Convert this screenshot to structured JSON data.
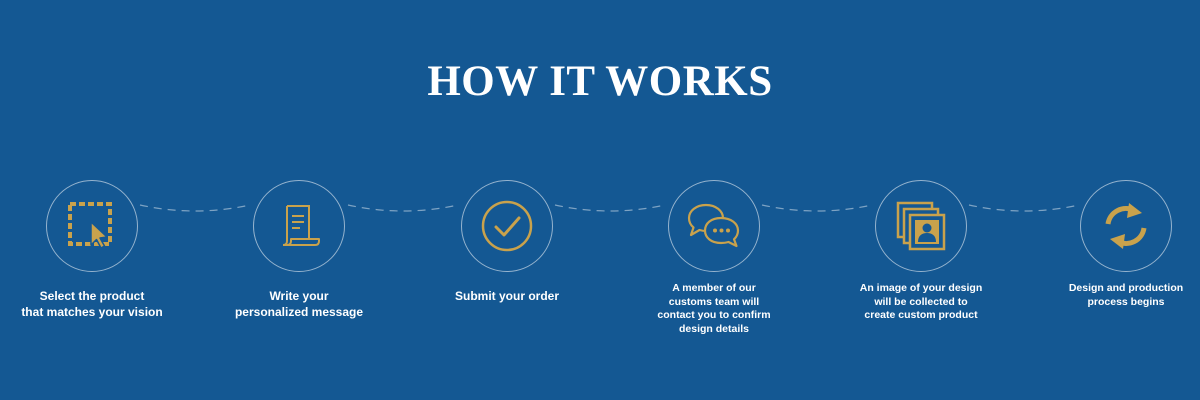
{
  "page": {
    "title": "HOW IT WORKS",
    "background_color": "#145893",
    "accent_color": "#C9A24C"
  },
  "steps": [
    {
      "icon": "select-cursor-icon",
      "label": "Select the product\nthat matches your vision"
    },
    {
      "icon": "document-icon",
      "label": "Write your\npersonalized message"
    },
    {
      "icon": "checkmark-icon",
      "label": "Submit your order"
    },
    {
      "icon": "chat-bubbles-icon",
      "label": "A member of our\ncustoms team will\ncontact you to confirm\ndesign details"
    },
    {
      "icon": "image-stack-icon",
      "label": "An image of your design\nwill be collected to\ncreate custom product"
    },
    {
      "icon": "refresh-icon",
      "label": "Design and production\nprocess begins"
    }
  ]
}
